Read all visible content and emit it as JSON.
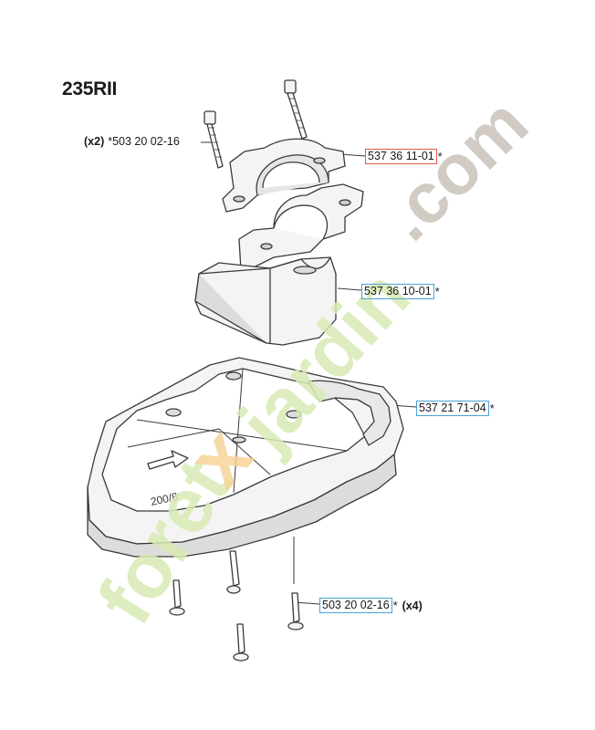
{
  "title": "235RII",
  "colors": {
    "outline": "#3a3a3a",
    "fill_light": "#f4f4f4",
    "fill_mid": "#dcdcdc",
    "callout_blue": "#4aa3d6",
    "callout_red": "#e05a4a",
    "watermark_green": "#d8ebb4",
    "watermark_orange": "#f7d49a",
    "watermark_grey": "#c9c2ba"
  },
  "callouts": {
    "top_screws": {
      "qty": "(x2)",
      "part": "*503 20 02-16"
    },
    "upper_clamp": {
      "part": "537 36 11-01",
      "suffix": "*"
    },
    "lower_clamp": {
      "part": "537 36 10-01",
      "suffix": "*"
    },
    "guard": {
      "part": "537 21 71-04",
      "suffix": "*"
    },
    "bottom_screws": {
      "part": "503 20 02-16",
      "suffix": "*",
      "qty": "(x4)"
    }
  },
  "guard_marking": "200/8",
  "watermark": {
    "left": "foret",
    "x": "x",
    "right": "jardin",
    "tld": ".com"
  }
}
